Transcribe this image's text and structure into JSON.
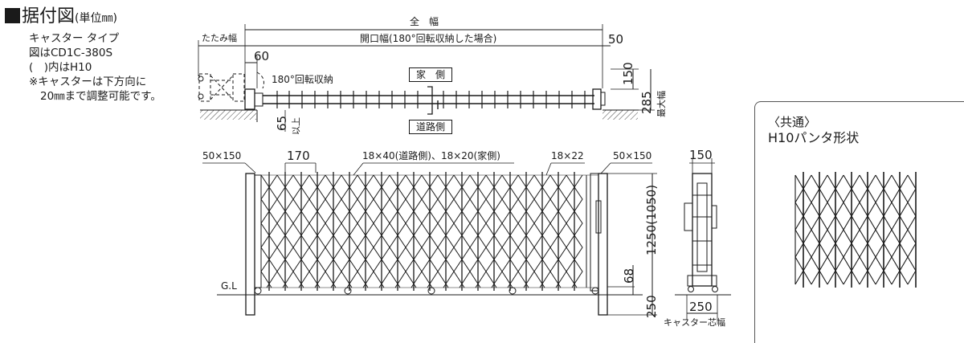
{
  "title": {
    "main": "据付図",
    "unit": "(単位㎜)"
  },
  "notes": [
    "キャスター タイプ",
    "図はCD1C-380S",
    "(　)内はH10",
    "※キャスターは下方向に",
    "20㎜まで調整可能です。"
  ],
  "plan": {
    "zenpuku": "全　幅",
    "tatamihaba": "たたみ幅",
    "kaikou": "開口幅(180°回転収納した場合)",
    "d50": "50",
    "d60": "60",
    "rotate": "180°回転収納",
    "ie": "家　側",
    "doro": "道路側",
    "d65": "65",
    "ijou": "以上",
    "d150": "150",
    "d285": "285",
    "saidai": "最大幅"
  },
  "elevation": {
    "p1": "50×150",
    "p2": "170",
    "p3": "18×40(道路側)、18×20(家側)",
    "p4": "18×22",
    "p5": "50×150",
    "gl": "G.L",
    "h": "1250(1050)",
    "c68": "68",
    "c250": "250"
  },
  "side": {
    "w150": "150",
    "w250": "250",
    "caster": "キャスター芯幅"
  },
  "panel": {
    "kyotsu": "〈共通〉",
    "shape": "H10パンタ形状"
  }
}
